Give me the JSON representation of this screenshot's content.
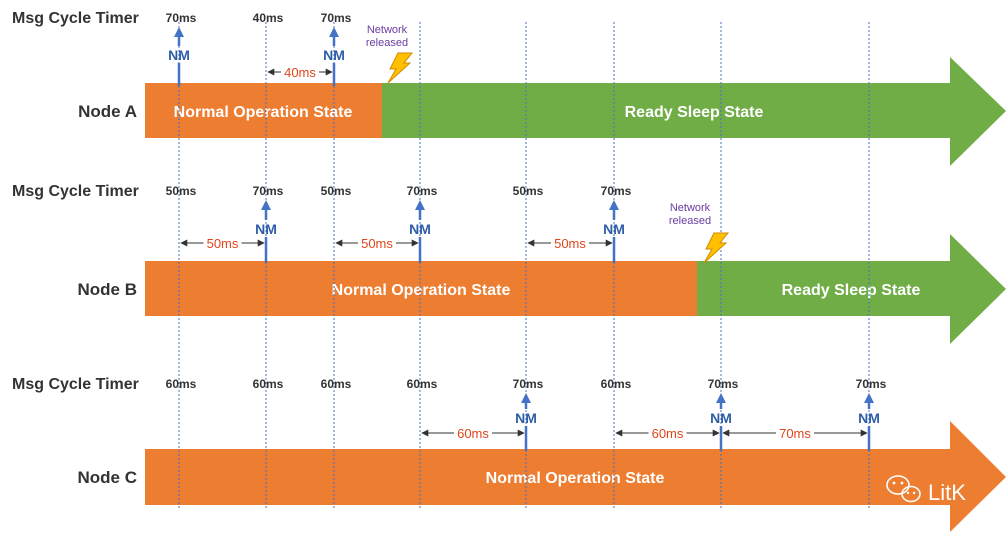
{
  "timer_label": "Msg Cycle Timer",
  "nm_label": "NM",
  "network_released": [
    "Network",
    "released"
  ],
  "watermark": "LitK",
  "colors": {
    "normal": "#ed7d31",
    "sleep": "#70ad47",
    "nm_arrow": "#4472c4",
    "interval_text": "#e0451c",
    "released_text": "#6a3da0",
    "grid_line": "#4472c4"
  },
  "nodes": [
    {
      "name": "Node A",
      "normal_state": "Normal Operation State",
      "sleep_state": "Ready Sleep State",
      "ticks": [
        {
          "label": "70ms",
          "nm": true
        },
        {
          "label": "40ms",
          "nm": false
        },
        {
          "label": "70ms",
          "nm": true
        }
      ],
      "intervals": [
        "40ms"
      ],
      "released": true
    },
    {
      "name": "Node B",
      "normal_state": "Normal Operation State",
      "sleep_state": "Ready Sleep State",
      "ticks": [
        {
          "label": "50ms",
          "nm": false
        },
        {
          "label": "70ms",
          "nm": true
        },
        {
          "label": "50ms",
          "nm": false
        },
        {
          "label": "70ms",
          "nm": true
        },
        {
          "label": "50ms",
          "nm": false
        },
        {
          "label": "70ms",
          "nm": true
        }
      ],
      "intervals": [
        "50ms",
        "50ms",
        "50ms"
      ],
      "released": true
    },
    {
      "name": "Node C",
      "normal_state": "Normal Operation State",
      "sleep_state": "",
      "ticks": [
        {
          "label": "60ms",
          "nm": false
        },
        {
          "label": "60ms",
          "nm": false
        },
        {
          "label": "60ms",
          "nm": false
        },
        {
          "label": "60ms",
          "nm": false
        },
        {
          "label": "70ms",
          "nm": true
        },
        {
          "label": "60ms",
          "nm": false
        },
        {
          "label": "70ms",
          "nm": true
        },
        {
          "label": "70ms",
          "nm": true
        }
      ],
      "intervals": [
        "60ms",
        "60ms",
        "70ms"
      ],
      "released": false
    }
  ]
}
